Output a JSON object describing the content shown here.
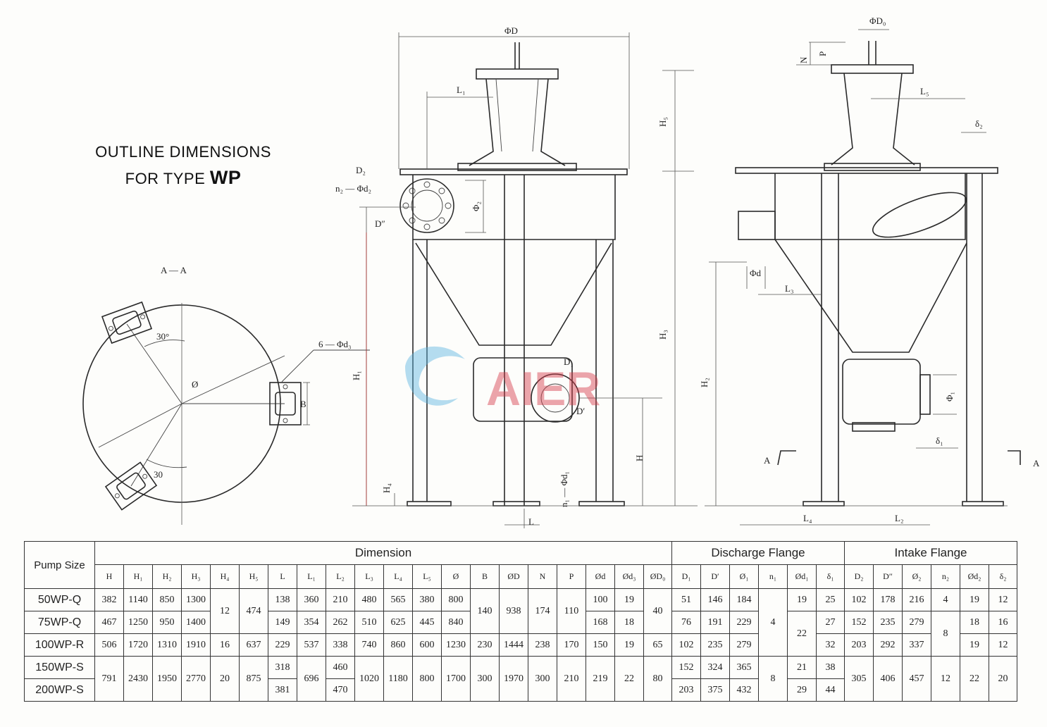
{
  "title": {
    "line1": "OUTLINE DIMENSIONS",
    "line2_prefix": "FOR TYPE ",
    "line2_type": "WP"
  },
  "drawing_labels": {
    "section": "A — A",
    "angle1": "30°",
    "angle2": "30",
    "phi": "Ø",
    "holes": "6 — Φd₃",
    "b": "B",
    "phi_D": "ΦD",
    "phi_D0": "ΦD₀",
    "n": "N",
    "p": "P",
    "l1": "L₁",
    "l5": "L₅",
    "h5": "H₅",
    "h3": "H₃",
    "h1": "H₁",
    "h": "H",
    "h4": "H₄",
    "h2": "H₂",
    "l": "L",
    "l3": "L₃",
    "l4": "L₄",
    "l2": "L₂",
    "d2": "D₂",
    "n2d2": "n₂ — Φd₂",
    "dpp": "D″",
    "phi2": "Φ₂",
    "d1": "D₁",
    "dp": "D′",
    "n1d1": "n₁ — Φd₁",
    "phid": "Φd",
    "phi1": "Φ₁",
    "delta1": "δ₁",
    "delta2": "δ₂",
    "a_left": "A",
    "a_right": "A",
    "watermark": "AIER"
  },
  "table": {
    "pump_size_header": "Pump Size",
    "groups": {
      "dimension": "Dimension",
      "discharge": "Discharge Flange",
      "intake": "Intake Flange"
    },
    "columns": {
      "dimension": [
        "H",
        "H₁",
        "H₂",
        "H₃",
        "H₄",
        "H₅",
        "L",
        "L₁",
        "L₂",
        "L₃",
        "L₄",
        "L₅",
        "Ø",
        "B",
        "ØD",
        "N",
        "P",
        "Ød",
        "Ød₃",
        "ØD₀"
      ],
      "discharge": [
        "D₁",
        "D′",
        "Ø₁",
        "n₁",
        "Ød₁",
        "δ₁"
      ],
      "intake": [
        "D₂",
        "D″",
        "Ø₂",
        "n₂",
        "Ød₂",
        "δ₂"
      ]
    },
    "pumps": [
      "50WP-Q",
      "75WP-Q",
      "100WP-R",
      "150WP-S",
      "200WP-S"
    ],
    "v": {
      "H": [
        "382",
        "467",
        "506",
        "791"
      ],
      "H1": [
        "1140",
        "1250",
        "1720",
        "2430"
      ],
      "H2": [
        "850",
        "950",
        "1310",
        "1950"
      ],
      "H3": [
        "1300",
        "1400",
        "1910",
        "2770"
      ],
      "H4": [
        "12",
        "16",
        "20"
      ],
      "H5": [
        "474",
        "637",
        "875"
      ],
      "L": [
        "138",
        "149",
        "229",
        "318",
        "381"
      ],
      "L1": [
        "360",
        "354",
        "537",
        "696"
      ],
      "L2": [
        "210",
        "262",
        "338",
        "460",
        "470"
      ],
      "L3": [
        "480",
        "510",
        "740",
        "1020"
      ],
      "L4": [
        "565",
        "625",
        "860",
        "1180"
      ],
      "L5": [
        "380",
        "445",
        "600",
        "800"
      ],
      "phi": [
        "800",
        "840",
        "1230",
        "1700"
      ],
      "B": [
        "140",
        "230",
        "300"
      ],
      "phiD": [
        "938",
        "1444",
        "1970"
      ],
      "N": [
        "174",
        "238",
        "300"
      ],
      "P": [
        "110",
        "170",
        "210"
      ],
      "phid": [
        "100",
        "168",
        "150",
        "219"
      ],
      "phid3": [
        "19",
        "18",
        "19",
        "22"
      ],
      "phiD0": [
        "40",
        "65",
        "80"
      ],
      "D1": [
        "51",
        "76",
        "102",
        "152",
        "203"
      ],
      "Dp": [
        "146",
        "191",
        "235",
        "324",
        "375"
      ],
      "phi1": [
        "184",
        "229",
        "279",
        "365",
        "432"
      ],
      "n1": [
        "4",
        "8"
      ],
      "phid1": [
        "19",
        "22",
        "21",
        "29"
      ],
      "delta1": [
        "25",
        "27",
        "32",
        "38",
        "44"
      ],
      "D2": [
        "102",
        "152",
        "203",
        "305"
      ],
      "Dpp": [
        "178",
        "235",
        "292",
        "406"
      ],
      "phi2": [
        "216",
        "279",
        "337",
        "457"
      ],
      "n2": [
        "4",
        "8",
        "12"
      ],
      "phid2": [
        "19",
        "18",
        "19",
        "22"
      ],
      "delta2": [
        "12",
        "16",
        "12",
        "20"
      ]
    }
  }
}
